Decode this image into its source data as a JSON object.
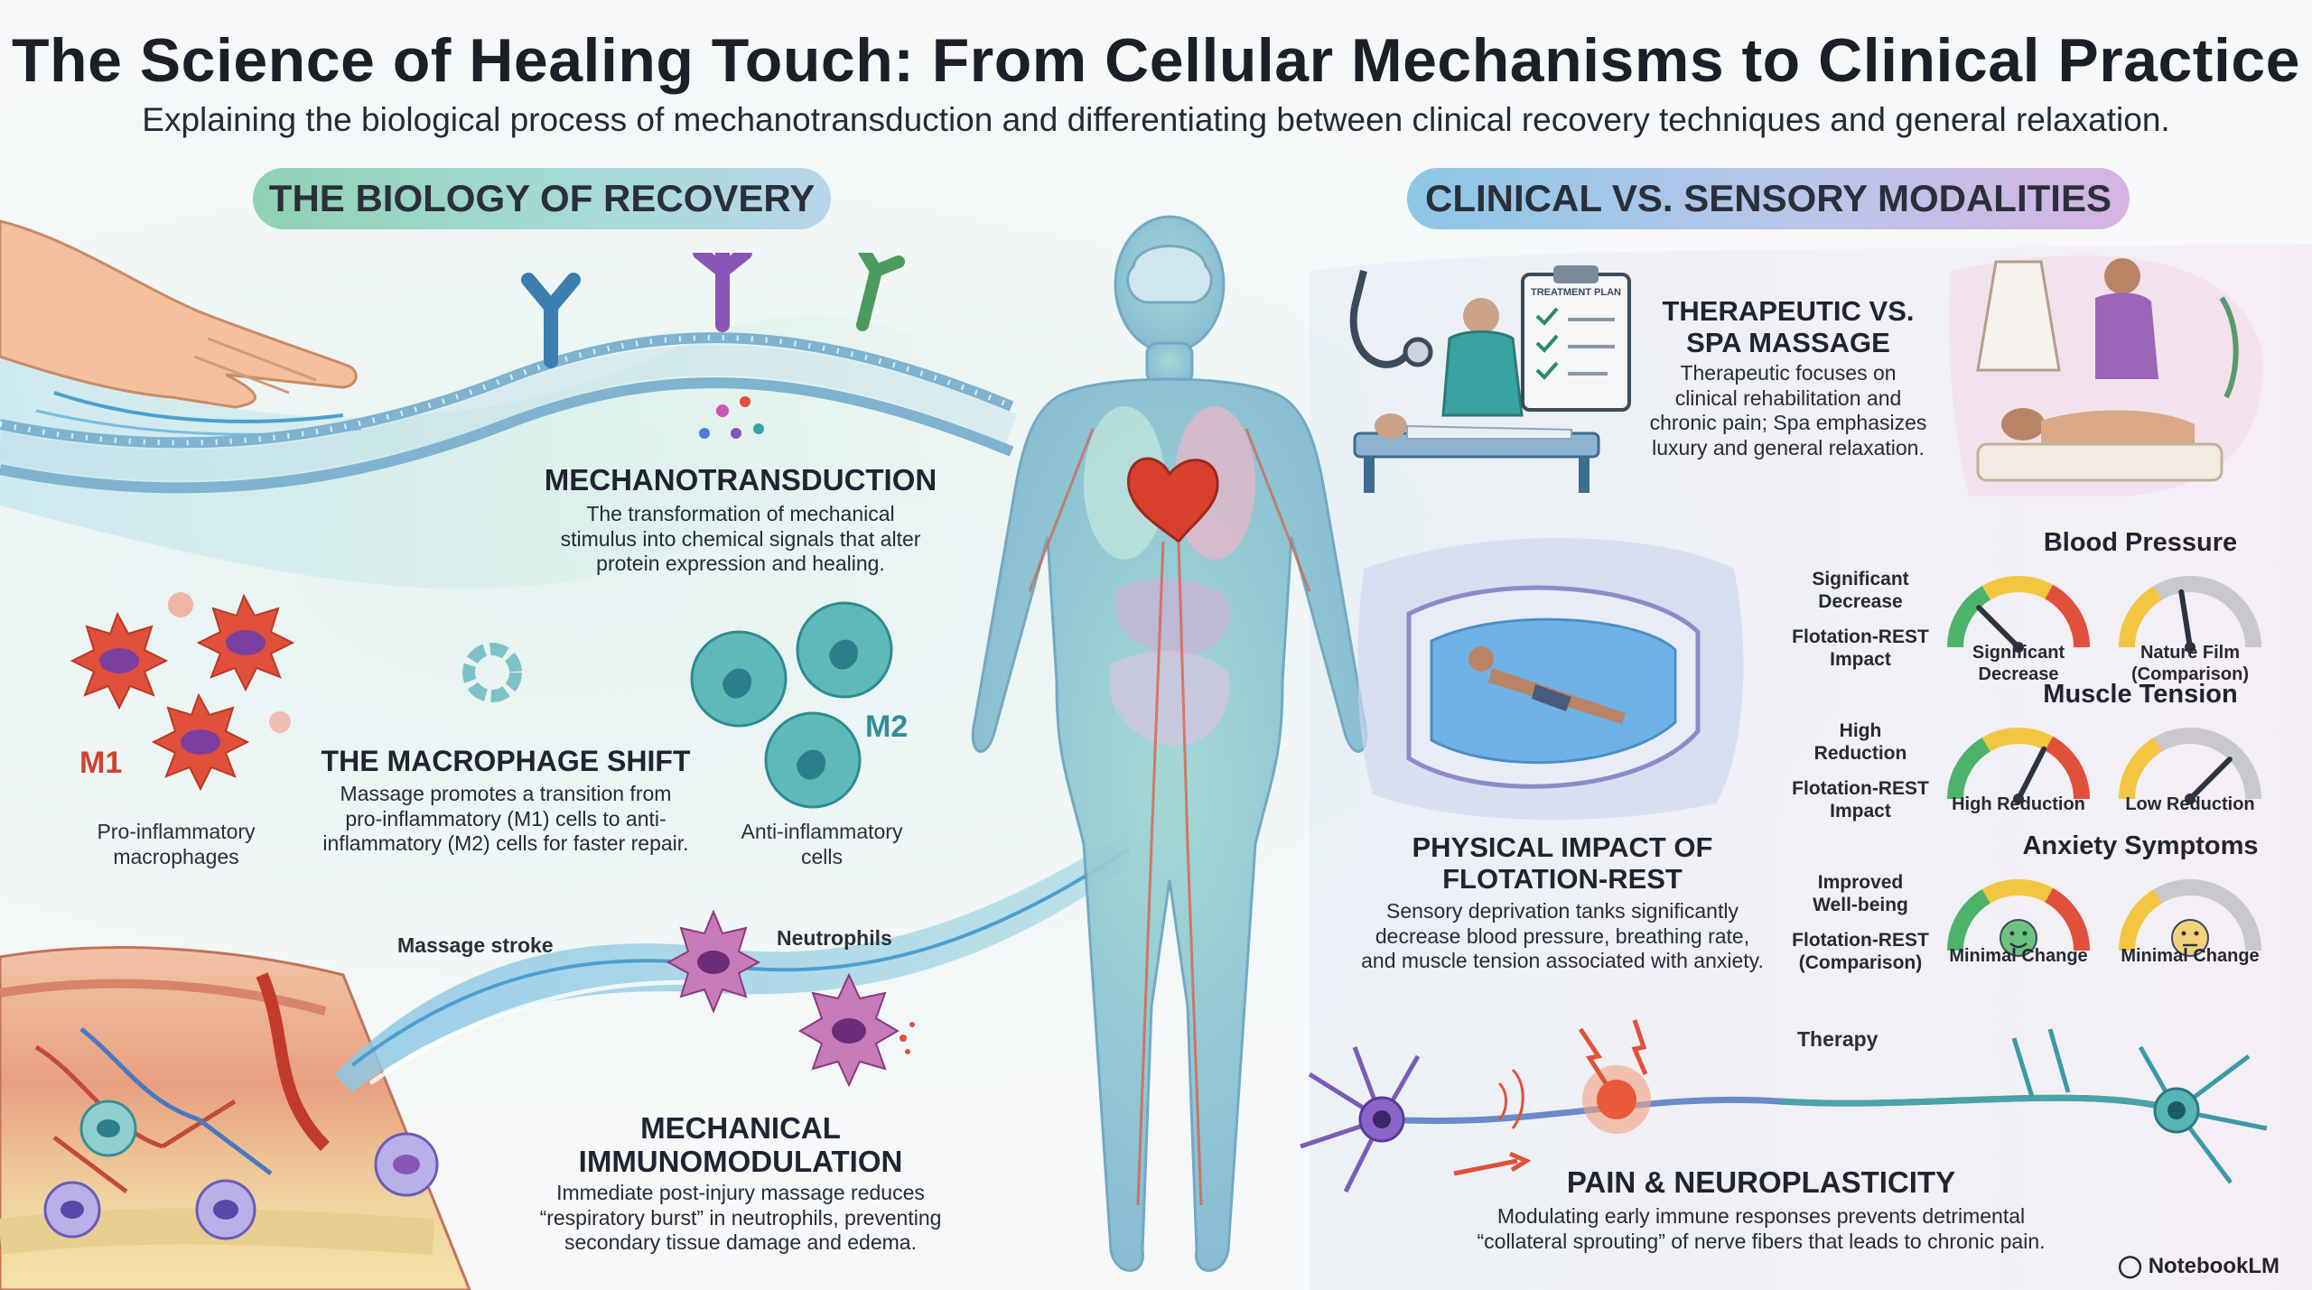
{
  "title": "The Science of Healing Touch: From Cellular Mechanisms to Clinical Practice",
  "subtitle": "Explaining the biological process of mechanotransduction and differentiating between clinical recovery techniques and general relaxation.",
  "left_section": {
    "pill": "THE BIOLOGY OF RECOVERY",
    "mechano": {
      "heading": "MECHANOTRANSDUCTION",
      "body": [
        "The transformation of mechanical",
        "stimulus into chemical signals that alter",
        "protein expression and healing."
      ]
    },
    "macrophage": {
      "heading": "THE MACROPHAGE SHIFT",
      "body": [
        "Massage promotes a transition from",
        "pro-inflammatory (M1) cells to anti-",
        "inflammatory (M2) cells for faster repair."
      ],
      "m1": "M1",
      "m2": "M2",
      "m1_caption": [
        "Pro-inflammatory",
        "macrophages"
      ],
      "m2_caption": [
        "Anti-inflammatory",
        "cells"
      ]
    },
    "immuno": {
      "massage_stroke": "Massage stroke",
      "neutrophils": "Neutrophils",
      "heading": [
        "MECHANICAL",
        "IMMUNOMODULATION"
      ],
      "body": [
        "Immediate post-injury massage reduces",
        "“respiratory burst” in neutrophils, preventing",
        "secondary tissue damage and edema."
      ]
    }
  },
  "right_section": {
    "pill": "CLINICAL VS. SENSORY MODALITIES",
    "treatment_plan": "TREATMENT PLAN",
    "therapeutic": {
      "heading": [
        "THERAPEUTIC VS.",
        "SPA MASSAGE"
      ],
      "body": [
        "Therapeutic focuses on",
        "clinical rehabilitation and",
        "chronic pain; Spa emphasizes",
        "luxury and general relaxation."
      ]
    },
    "flotation": {
      "heading": [
        "PHYSICAL IMPACT OF",
        "FLOTATION-REST"
      ],
      "body": [
        "Sensory deprivation tanks significantly",
        "decrease blood pressure, breathing rate,",
        "and muscle tension associated with anxiety."
      ]
    },
    "gauges": [
      {
        "title": "Blood Pressure",
        "row_label_top": [
          "Significant",
          "Decrease"
        ],
        "row_label_bottom": [
          "Flotation-REST",
          "Impact"
        ],
        "left_caption": [
          "Significant Decrease"
        ],
        "right_caption": [
          "Nature Film",
          "(Comparison)"
        ],
        "left_level": 0.25,
        "right_level": 0.45
      },
      {
        "title": "Muscle Tension",
        "row_label_top": [
          "High",
          "Reduction"
        ],
        "row_label_bottom": [
          "Flotation-REST",
          "Impact"
        ],
        "left_caption": [
          "High Reduction"
        ],
        "right_caption": [
          "Low Reduction"
        ],
        "left_level": 0.65,
        "right_level": 0.75
      },
      {
        "title": "Anxiety Symptoms",
        "row_label_top": [
          "Improved",
          "Well-being"
        ],
        "row_label_bottom": [
          "Flotation-REST",
          "(Comparison)"
        ],
        "left_caption": [
          "Minimal Change"
        ],
        "right_caption": [
          "Minimal Change"
        ],
        "left_icon": "smile-face-icon",
        "right_icon": "neutral-face-icon"
      }
    ],
    "pain": {
      "therapy": "Therapy",
      "heading": "PAIN & NEUROPLASTICITY",
      "body": [
        "Modulating early immune responses prevents detrimental",
        "“collateral sprouting” of nerve fibers that leads to chronic pain."
      ]
    }
  },
  "brand": "NotebookLM",
  "colors": {
    "m1": "#e0503a",
    "m2": "#3aa3a8",
    "neutrophil": "#b04aa0",
    "gauge_red": "#e0503a",
    "gauge_yellow": "#f2c640",
    "gauge_green": "#4db36a",
    "gauge_grey": "#c7c9cc"
  }
}
